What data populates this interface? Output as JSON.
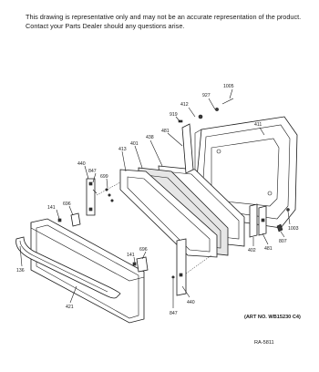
{
  "disclaimer": {
    "line1": "This drawing is representative only and may not be an accurate representation of the product.",
    "line2": "Contact your Parts Dealer should any questions arise."
  },
  "art_number": "(ART NO. WB15230 C4)",
  "ra_number": "RA-5811",
  "callouts": {
    "c1005": "1005",
    "c927": "927",
    "c412": "412",
    "c919": "919",
    "c411": "411",
    "c481a": "481",
    "c438": "438",
    "c401": "401",
    "c413": "413",
    "c440a": "440",
    "c847a": "847",
    "c699": "699",
    "c141a": "141",
    "c696a": "696",
    "c136": "136",
    "c421": "421",
    "c141b": "141",
    "c696b": "696",
    "c440b": "440",
    "c847b": "847",
    "c481b": "481",
    "c402": "402",
    "c807": "807",
    "c1003": "1003"
  }
}
